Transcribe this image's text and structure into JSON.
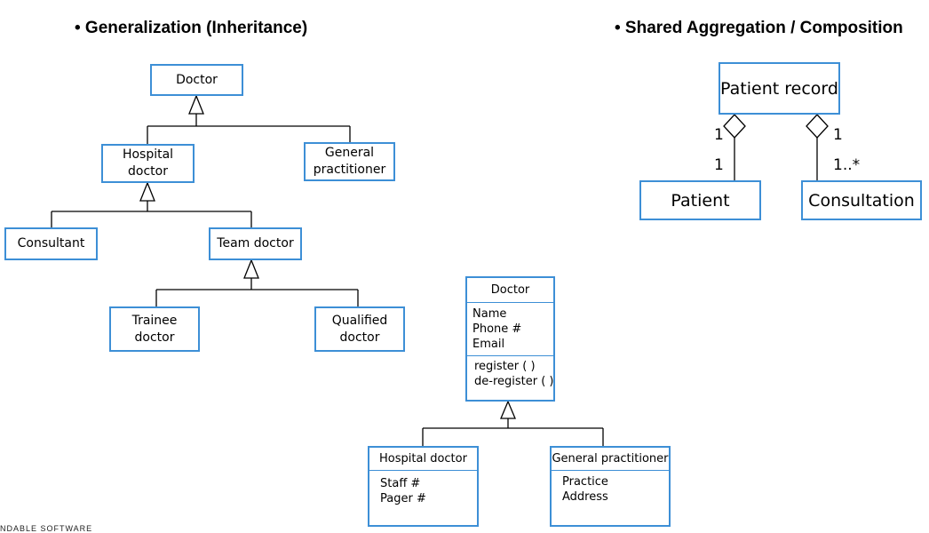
{
  "headings": {
    "left": "• Generalization (Inheritance)",
    "right": "• Shared Aggregation / Composition"
  },
  "tree": {
    "doctor": "Doctor",
    "hospital_doctor": "Hospital\ndoctor",
    "general_practitioner": "General\npractitioner",
    "consultant": "Consultant",
    "team_doctor": "Team doctor",
    "trainee_doctor": "Trainee\ndoctor",
    "qualified_doctor": "Qualified\ndoctor"
  },
  "aggregation": {
    "patient_record": "Patient record",
    "patient": "Patient",
    "consultation": "Consultation",
    "mult_patient_top": "1",
    "mult_patient_bottom": "1",
    "mult_consult_top": "1",
    "mult_consult_bottom": "1..*"
  },
  "class_diagram": {
    "doctor": {
      "name": "Doctor",
      "attributes": [
        "Name",
        "Phone #",
        "Email"
      ],
      "operations": [
        "register ( )",
        "de-register ( )"
      ]
    },
    "hospital_doctor": {
      "name": "Hospital doctor",
      "attributes": [
        "Staff #",
        "Pager #"
      ]
    },
    "general_practitioner": {
      "name": "General practitioner",
      "attributes": [
        "Practice",
        "Address"
      ]
    }
  },
  "footer": "NDABLE SOFTWARE"
}
